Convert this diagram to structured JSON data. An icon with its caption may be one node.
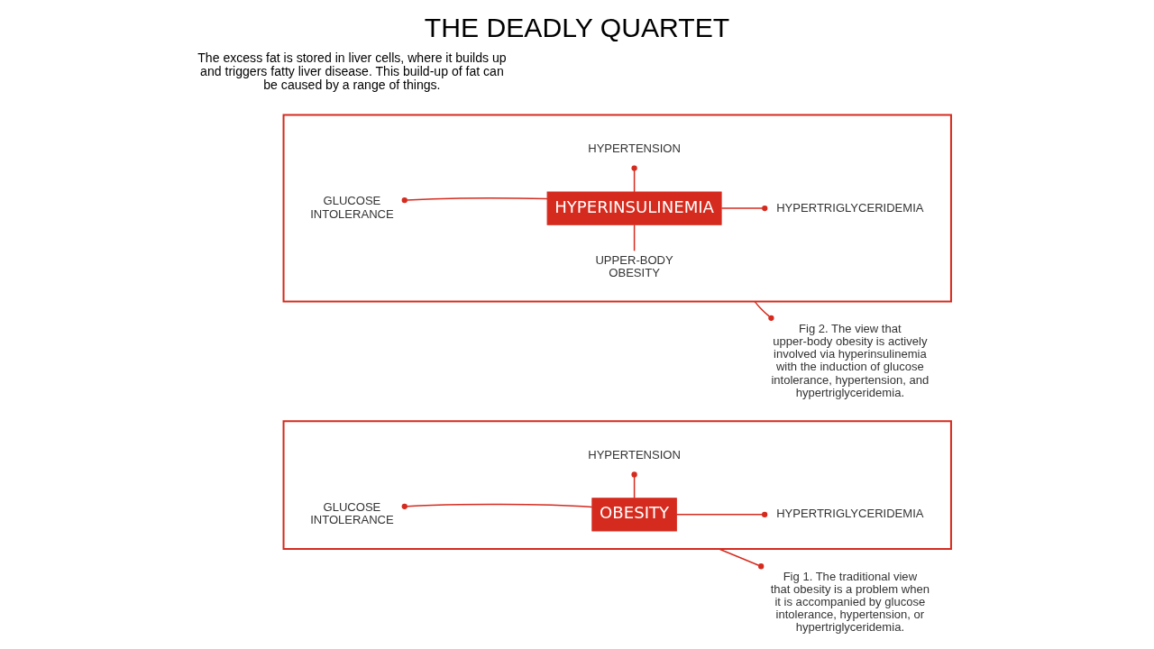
{
  "diagram": {
    "title": "THE DEADLY QUARTET",
    "nodes": [
      {
        "text": [],
        "shape": "box"
      },
      {
        "text": [
          "HYPERTENSION"
        ],
        "in": 0
      },
      {
        "text": [
          "GLUCOSE INTOLERANCE"
        ],
        "in": 0
      },
      {
        "text": [
          "OBESITY"
        ],
        "in": 0
      },
      {
        "text": [
          "HYPERTRIGLYCERIDEMIA"
        ],
        "in": 0
      },
      {
        "text": [
          "Fig 1. The traditional view that obesity is a problem when it is accompanied by glucose intolerance, hypertension, or hypertriglyceridemia."
        ]
      },
      {
        "text": [],
        "shape": "box"
      },
      {
        "text": [
          "HYPERTENSION"
        ],
        "in": 6
      },
      {
        "text": [
          "GLUCOSE INTOLERANCE"
        ],
        "in": 6
      },
      {
        "text": [
          "HYPERINSULINEMIA"
        ],
        "in": 6
      },
      {
        "text": [
          "HYPERTRIGLYCERIDEMIA"
        ],
        "in": 6
      },
      {
        "text": [
          "UPPER-BODY OBESITY"
        ],
        "in": 6
      },
      {
        "text": [
          "Fig 2. The view that upper-body obesity is actively involved via hyperinsulinemia with the induction of glucose intolerance, hypertension, and hypertriglyceridemia."
        ]
      }
    ],
    "edges": [
      {
        "from": 3,
        "to": 1,
        "arrow": "other"
      },
      {
        "from": 3,
        "to": 2,
        "arrow": "other"
      },
      {
        "from": 3,
        "to": 4,
        "arrow": "other"
      },
      {
        "from": 0,
        "to": 5,
        "arrow": "other"
      },
      {
        "from": 9,
        "to": 7,
        "arrow": "other"
      },
      {
        "from": 9,
        "to": 8,
        "arrow": "other"
      },
      {
        "from": 9,
        "to": 10,
        "arrow": "other"
      },
      {
        "from": 11,
        "to": 9,
        "arrow": "none"
      },
      {
        "from": 6,
        "to": 12,
        "arrow": "other"
      }
    ],
    "labels": [
      "The excess fat is stored in liver cells, where it builds up and triggers fatty liver disease. This build-up of fat can be caused by a range of things."
    ]
  }
}
